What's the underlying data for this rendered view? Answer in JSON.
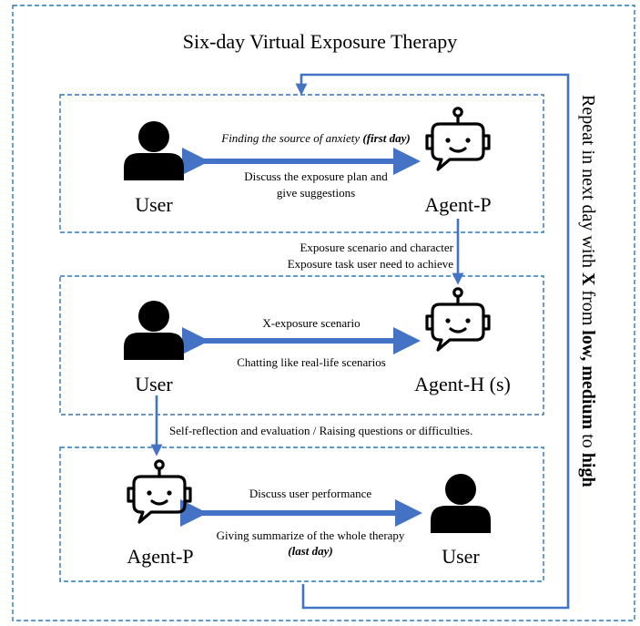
{
  "title": "Six-day Virtual Exposure Therapy",
  "side_note": {
    "prefix": "Repeat in next day with ",
    "x": "X",
    "mid1": " from ",
    "low": "low,",
    "space": " ",
    "medium": "medium",
    "mid2": " to ",
    "high": "high"
  },
  "colors": {
    "dash": "#2e75b6",
    "arrow": "#4472c4"
  },
  "box1": {
    "user_label": "User",
    "agent_label": "Agent-P",
    "top_text_italic": "Finding the source of anxiety ",
    "top_text_bold": "(first day)",
    "bottom_line1": "Discuss the exposure plan and",
    "bottom_line2": "give suggestions"
  },
  "transition1": {
    "line1": "Exposure scenario and character",
    "line2": "Exposure task user need to achieve"
  },
  "box2": {
    "user_label": "User",
    "agent_label": "Agent-H (s)",
    "top_text": "X-exposure scenario",
    "bottom_text": "Chatting like real-life scenarios"
  },
  "transition2": {
    "text": "Self-reflection and evaluation  / Raising questions or difficulties."
  },
  "box3": {
    "agent_label": "Agent-P",
    "user_label": "User",
    "top_text": "Discuss user performance",
    "bottom_line1": "Giving summarize of the whole therapy",
    "bottom_line2": "(last day)"
  },
  "icons": {
    "user": "user-silhouette-icon",
    "robot": "chat-robot-icon"
  }
}
